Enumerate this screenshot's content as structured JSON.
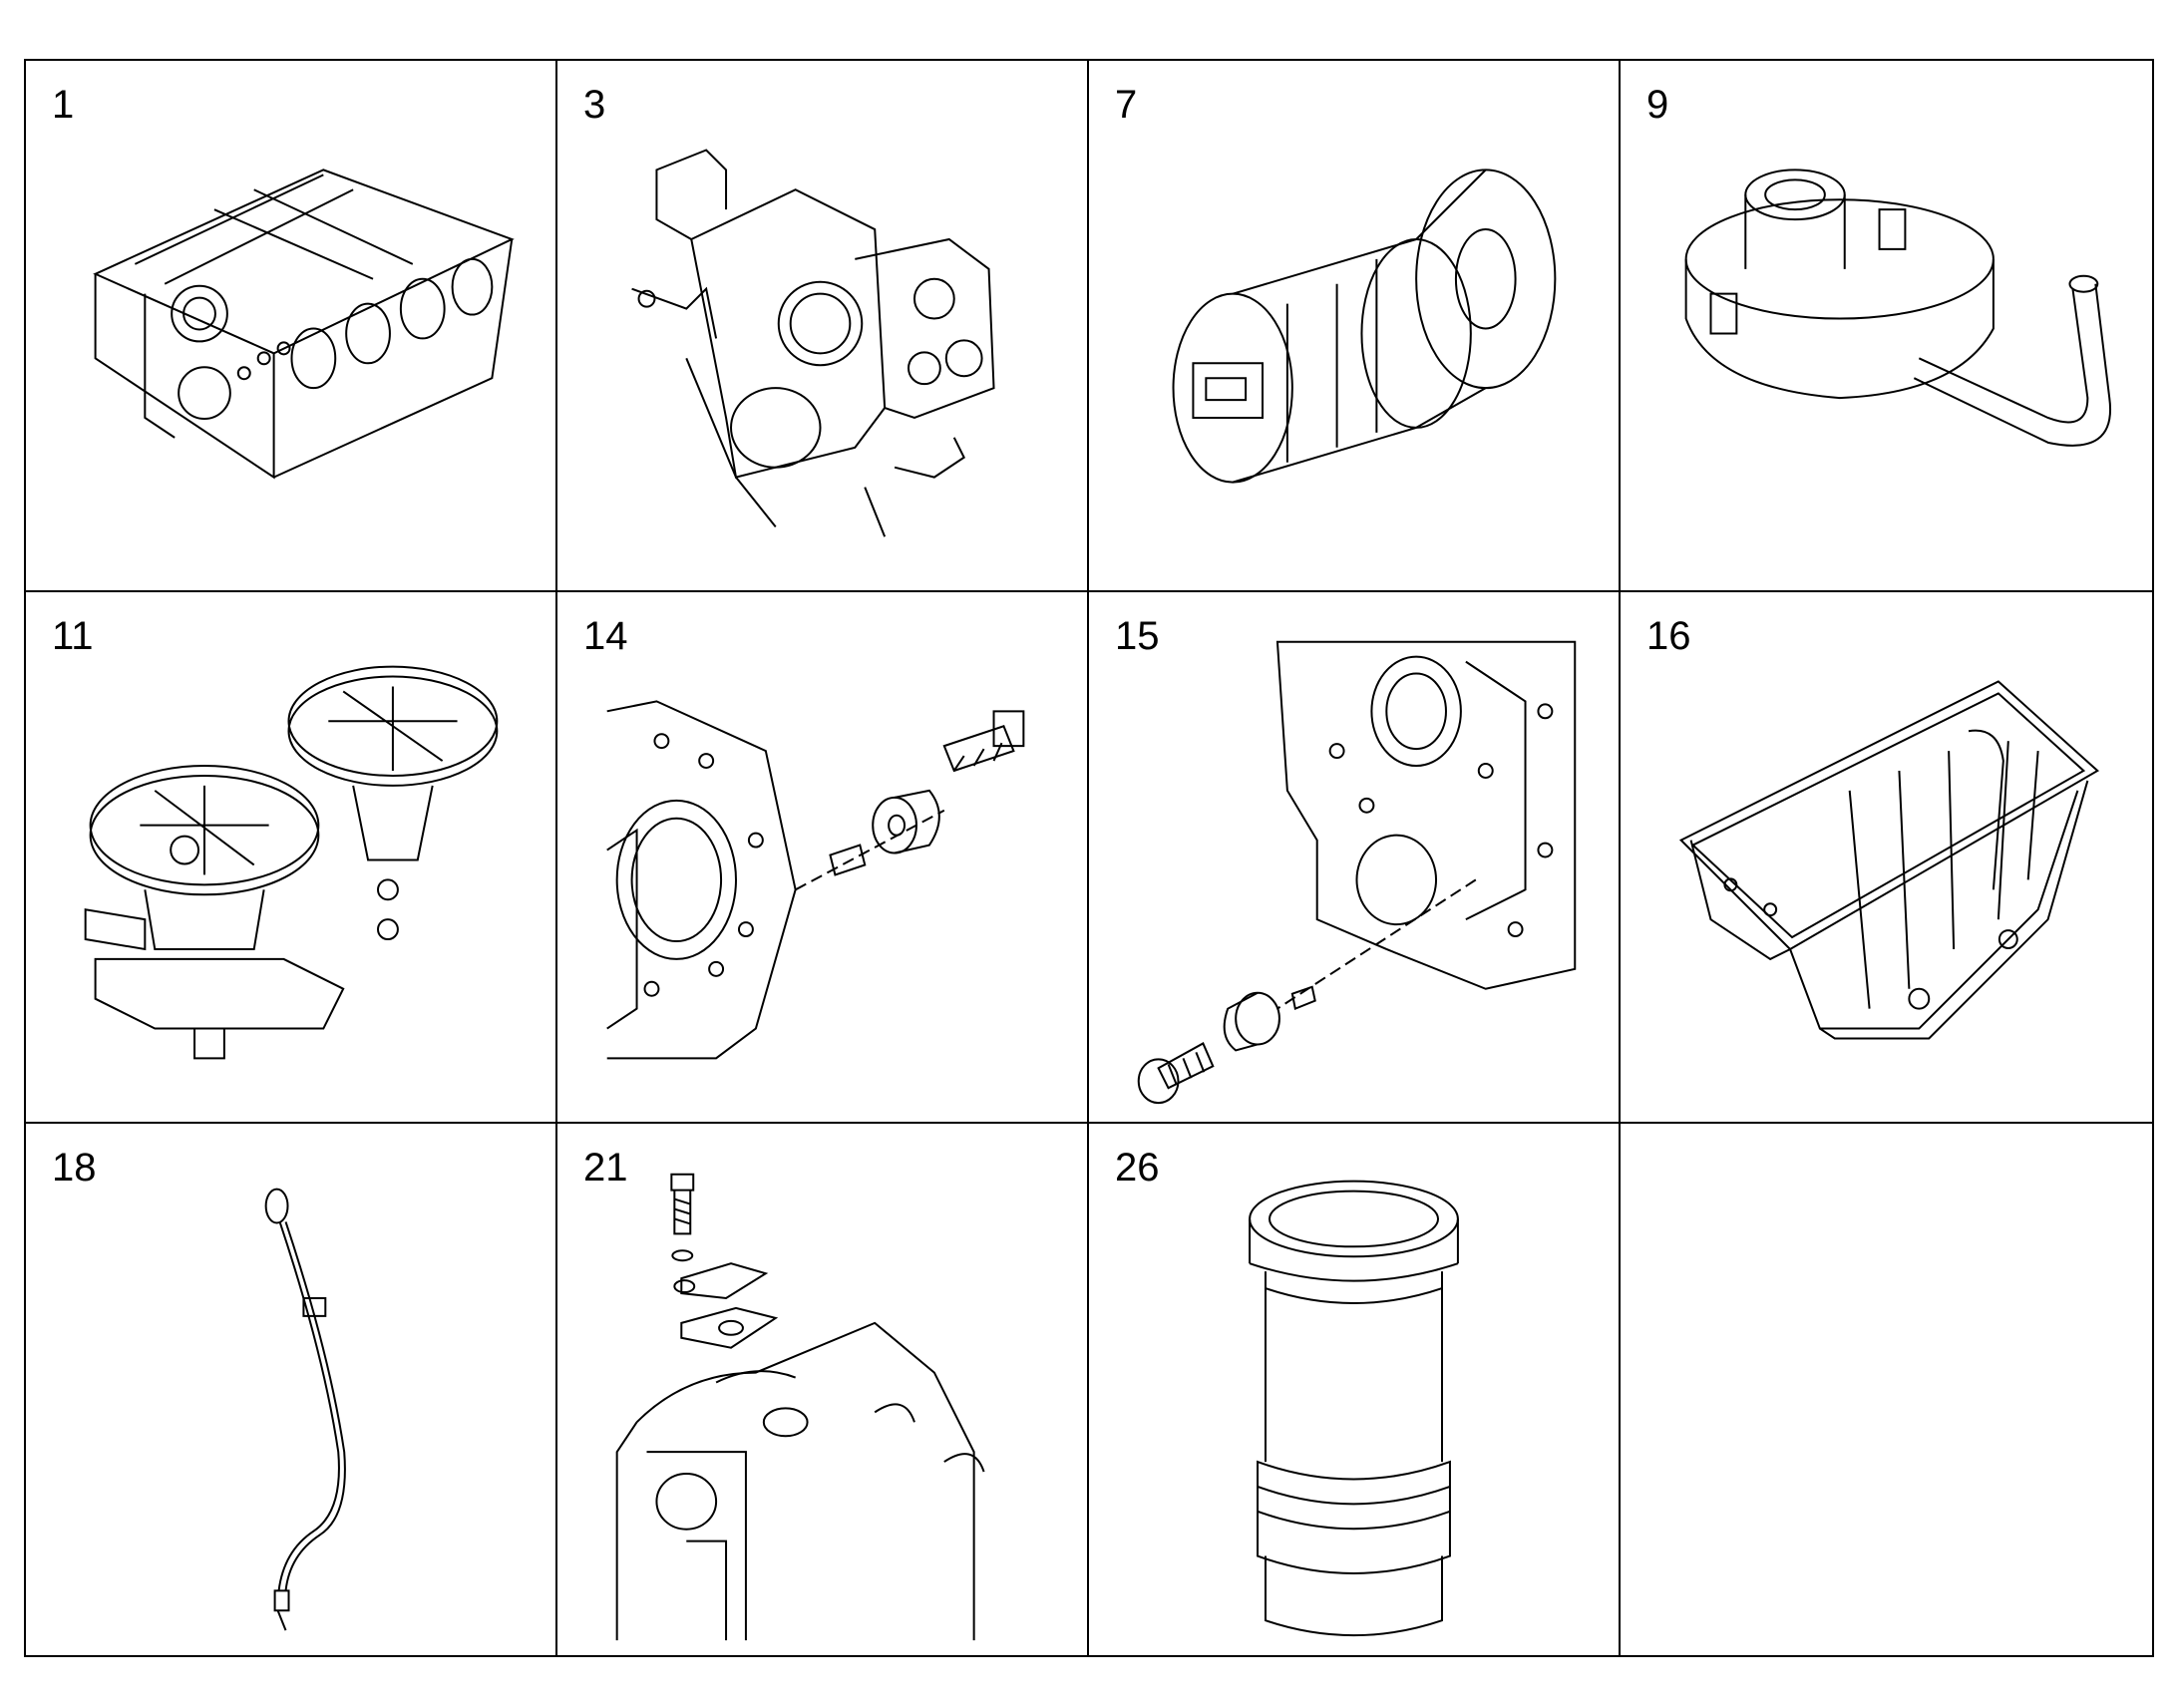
{
  "parts": [
    {
      "number": "1",
      "icon": "engine-block-icon"
    },
    {
      "number": "3",
      "icon": "timing-case-housing-icon"
    },
    {
      "number": "7",
      "icon": "oil-filter-cartridge-icon"
    },
    {
      "number": "9",
      "icon": "oil-pump-suction-pipe-icon"
    },
    {
      "number": "11",
      "icon": "centrifugal-oil-filters-icon"
    },
    {
      "number": "14",
      "icon": "rear-plug-assembly-icon"
    },
    {
      "number": "15",
      "icon": "front-plug-assembly-icon"
    },
    {
      "number": "16",
      "icon": "oil-pan-icon"
    },
    {
      "number": "18",
      "icon": "dipstick-icon"
    },
    {
      "number": "21",
      "icon": "cover-plate-gasket-icon"
    },
    {
      "number": "26",
      "icon": "cylinder-liner-icon"
    },
    {
      "number": "",
      "icon": ""
    }
  ]
}
